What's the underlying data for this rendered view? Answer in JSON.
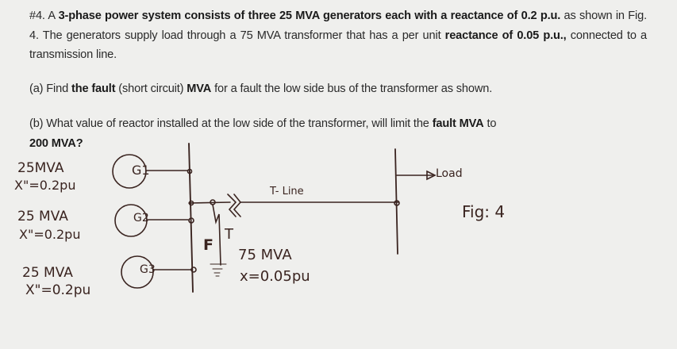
{
  "problem": {
    "number": "#4.",
    "intro": {
      "t1": " A ",
      "b1": "3-phase power system consists of three 25 MVA generators each with a reactance of 0.2 p.u.",
      "t2": " as shown in Fig. 4.  The generators supply load through a 75 MVA  transformer that has a per unit ",
      "b2": "reactance of 0.05 p.u.,",
      "t3": " connected to a transmission line."
    },
    "part_a": {
      "t1": "(a) Find ",
      "b1": "the fault",
      "t2": " (short circuit) ",
      "b2": "MVA",
      "t3": " for a fault the low side bus of the transformer as shown."
    },
    "part_b": {
      "t1": "(b) What value of reactor installed at the low side of the transformer, will limit the ",
      "b1": "fault MVA",
      "t2": " to ",
      "b2": "200 MVA?"
    }
  },
  "figure": {
    "caption": "Fig: 4",
    "generators": [
      {
        "label": "G1",
        "rating": "25MVA",
        "reactance": "X\"=0.2pu"
      },
      {
        "label": "G2",
        "rating": "25 MVA",
        "reactance": "X\"=0.2pu"
      },
      {
        "label": "G3",
        "rating": "25 MVA",
        "reactance": "X\"=0.2pu"
      }
    ],
    "fault_label": "F",
    "transformer": {
      "label": "T",
      "rating": "75 MVA",
      "reactance": "x=0.05pu"
    },
    "line_label": "T- Line",
    "load_label": "Load"
  }
}
